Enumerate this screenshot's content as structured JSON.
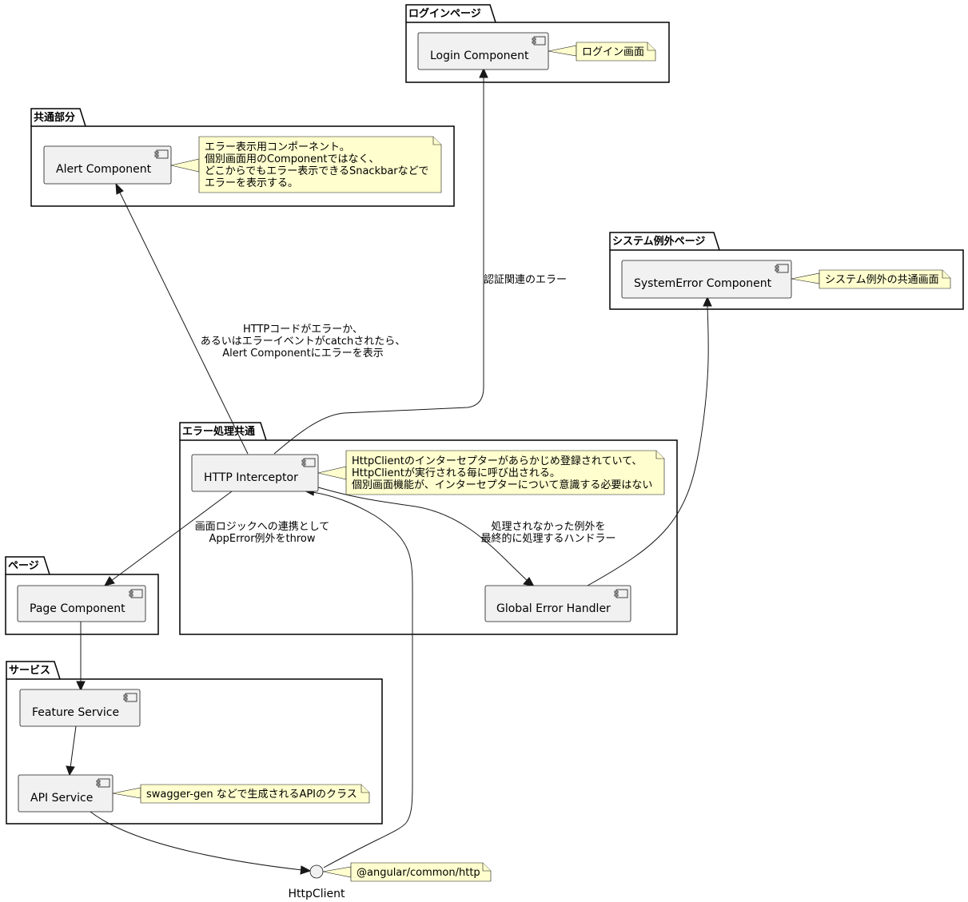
{
  "packages": {
    "login": {
      "title": "ログインページ"
    },
    "common": {
      "title": "共通部分"
    },
    "system_error": {
      "title": "システム例外ページ"
    },
    "error_common": {
      "title": "エラー処理共通"
    },
    "page": {
      "title": "ページ"
    },
    "service": {
      "title": "サービス"
    }
  },
  "components": {
    "login": "Login Component",
    "alert": "Alert Component",
    "system_error": "SystemError Component",
    "http_interceptor": "HTTP Interceptor",
    "global_error_handler": "Global Error Handler",
    "page": "Page Component",
    "feature_service": "Feature Service",
    "api_service": "API Service"
  },
  "interface": {
    "http_client": "HttpClient"
  },
  "notes": {
    "login": [
      "ログイン画面"
    ],
    "alert": [
      "エラー表示用コンポーネント。",
      "個別画面用のComponentではなく、",
      "どこからでもエラー表示できるSnackbarなどで",
      "エラーを表示する。"
    ],
    "system_error": [
      "システム例外の共通画面"
    ],
    "interceptor": [
      "HttpClientのインターセプターがあらかじめ登録されていて、",
      "HttpClientが実行される毎に呼び出される。",
      "個別画面機能が、インターセプターについて意識する必要はない"
    ],
    "api_service": [
      "swagger-gen などで生成されるAPIのクラス"
    ],
    "http_client": [
      "@angular/common/http"
    ]
  },
  "edges": {
    "auth_error": [
      "認証関連のエラー"
    ],
    "alert_error": [
      "HTTPコードがエラーか、",
      "あるいはエラーイベントがcatchされたら、",
      "Alert Componentにエラーを表示"
    ],
    "apperror": [
      "画面ロジックへの連携として",
      "AppError例外をthrow"
    ],
    "global_handler": [
      "処理されなかった例外を",
      "最終的に処理するハンドラー"
    ]
  }
}
